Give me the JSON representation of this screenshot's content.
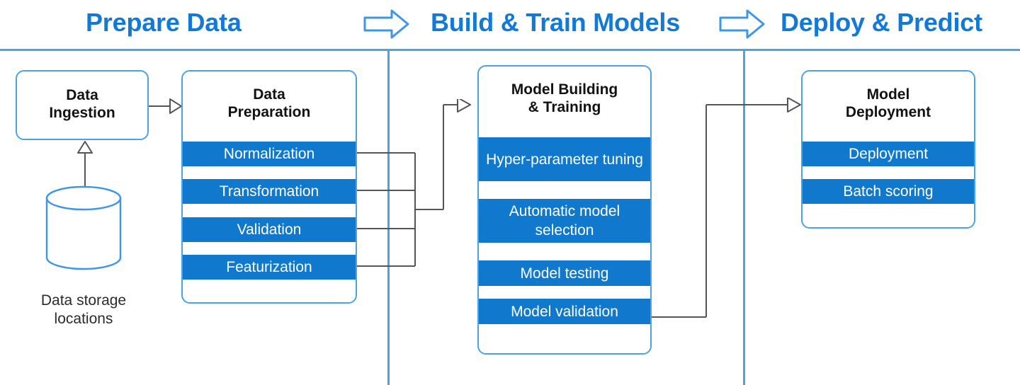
{
  "header": {
    "phases": [
      {
        "label": "Prepare Data"
      },
      {
        "label": "Build & Train Models"
      },
      {
        "label": "Deploy & Predict"
      }
    ],
    "arrows": [
      {
        "name": "phase-arrow-1"
      },
      {
        "name": "phase-arrow-2"
      }
    ]
  },
  "prepare": {
    "ingestion": {
      "title": "Data\nIngestion",
      "line1": "Data",
      "line2": "Ingestion"
    },
    "storage_label_line1": "Data storage",
    "storage_label_line2": "locations",
    "preparation": {
      "line1": "Data",
      "line2": "Preparation",
      "bands": [
        {
          "label": "Normalization"
        },
        {
          "label": "Transformation"
        },
        {
          "label": "Validation"
        },
        {
          "label": "Featurization"
        }
      ]
    }
  },
  "build": {
    "line1": "Model Building",
    "line2": "& Training",
    "bands": [
      {
        "label": "Hyper-parameter tuning"
      },
      {
        "label": "Automatic model selection"
      },
      {
        "label": "Model testing"
      },
      {
        "label": "Model validation"
      }
    ]
  },
  "deploy": {
    "line1": "Model",
    "line2": "Deployment",
    "bands": [
      {
        "label": "Deployment"
      },
      {
        "label": "Batch scoring"
      }
    ]
  },
  "colors": {
    "accent_blue": "#1379D6",
    "band_blue": "#1079CE",
    "outline_blue": "#4AA3E8",
    "connector_gray": "#555555",
    "text_dark": "#121212"
  }
}
